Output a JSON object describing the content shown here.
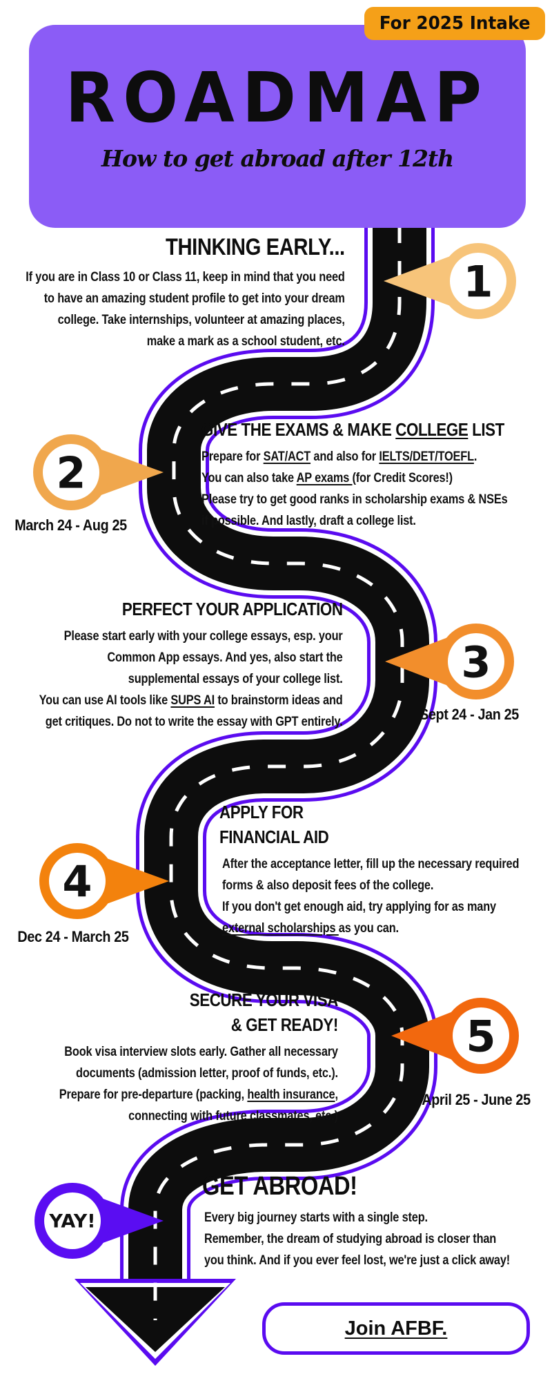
{
  "badge": {
    "label": "For 2025 Intake"
  },
  "header": {
    "title": "ROADMAP",
    "subtitle": "How to get abroad after 12th"
  },
  "colors": {
    "header_bg": "#8B5CF6",
    "badge_bg": "#F5A018",
    "road_fill": "#0D0D0D",
    "road_outline": "#5A0BF0",
    "road_dash": "#FFFFFF",
    "text": "#111111",
    "button_border": "#5A0BF0",
    "pin_step1": "#F7C47A",
    "pin_step2": "#F0A74D",
    "pin_step3": "#F28E2C",
    "pin_step4": "#F3820D",
    "pin_step5": "#F2680E",
    "pin_final": "#5A0DF2"
  },
  "steps": [
    {
      "number": "1",
      "color": "#F7C47A",
      "date": "",
      "title_lines": [
        [
          {
            "t": "THINKING EARLY..."
          }
        ]
      ],
      "lines": [
        [
          {
            "t": "If you are in Class 10 or Class 11, keep in mind that you need"
          }
        ],
        [
          {
            "t": "to have an amazing student profile to get into your dream"
          }
        ],
        [
          {
            "t": "college. Take internships, volunteer at amazing places,"
          }
        ],
        [
          {
            "t": "make a mark as a school student, etc."
          }
        ]
      ]
    },
    {
      "number": "2",
      "color": "#F0A74D",
      "date": "March 24 - Aug 25",
      "title_lines": [
        [
          {
            "t": "GIVE THE EXAMS & MAKE "
          },
          {
            "t": "COLLEGE",
            "u": true
          },
          {
            "t": " LIST"
          }
        ]
      ],
      "lines": [
        [
          {
            "t": "Prepare for "
          },
          {
            "t": "SAT/ACT",
            "u": true
          },
          {
            "t": " and also for "
          },
          {
            "t": "IELTS/DET/TOEFL",
            "u": true
          },
          {
            "t": "."
          }
        ],
        [
          {
            "t": "You can also take "
          },
          {
            "t": "AP exams ",
            "u": true
          },
          {
            "t": "(for Credit Scores!)"
          }
        ],
        [
          {
            "t": "Please try to get good ranks in scholarship exams & NSEs"
          }
        ],
        [
          {
            "t": "if possible. And lastly, draft a college list."
          }
        ]
      ]
    },
    {
      "number": "3",
      "color": "#F28E2C",
      "date": "Sept 24 - Jan 25",
      "title_lines": [
        [
          {
            "t": "PERFECT YOUR APPLICATION"
          }
        ]
      ],
      "lines": [
        [
          {
            "t": "Please start early with your college essays, esp. your"
          }
        ],
        [
          {
            "t": "Common App essays. And yes, also start the"
          }
        ],
        [
          {
            "t": "supplemental essays of your college list."
          }
        ],
        [
          {
            "t": "You can use AI tools like "
          },
          {
            "t": "SUPS AI",
            "u": true
          },
          {
            "t": " to brainstorm ideas and"
          }
        ],
        [
          {
            "t": "get critiques. Do not to write the essay with GPT entirely."
          }
        ]
      ]
    },
    {
      "number": "4",
      "color": "#F3820D",
      "date": "Dec 24 - March 25",
      "title_lines": [
        [
          {
            "t": "APPLY FOR"
          }
        ],
        [
          {
            "t": "FINANCIAL AID"
          }
        ]
      ],
      "lines": [
        [
          {
            "t": "After the acceptance letter, fill up the necessary required"
          }
        ],
        [
          {
            "t": "forms & also deposit fees of the college."
          }
        ],
        [
          {
            "t": "If you don't get enough aid, try applying for as many"
          }
        ],
        [
          {
            "t": "external scholarships ",
            "u": true
          },
          {
            "t": "as you can."
          }
        ]
      ]
    },
    {
      "number": "5",
      "color": "#F2680E",
      "date": "April 25 - June 25",
      "title_lines": [
        [
          {
            "t": "SECURE YOUR VISA"
          }
        ],
        [
          {
            "t": "& GET READY!"
          }
        ]
      ],
      "lines": [
        [
          {
            "t": "Book visa interview slots early. Gather all necessary"
          }
        ],
        [
          {
            "t": "documents (admission letter, proof of funds, etc.)."
          }
        ],
        [
          {
            "t": "Prepare for pre-departure (packing, "
          },
          {
            "t": "health insurance",
            "u": true
          },
          {
            "t": ","
          }
        ],
        [
          {
            "t": "connecting with future classmates, etc.)"
          }
        ]
      ]
    }
  ],
  "final_step": {
    "pin_label": "YAY!",
    "color": "#5A0DF2",
    "title_lines": [
      [
        {
          "t": "GET ABROAD!"
        }
      ]
    ],
    "lines": [
      [
        {
          "t": "Every big journey starts with a single step."
        }
      ],
      [
        {
          "t": "Remember, the dream of studying abroad is closer than"
        }
      ],
      [
        {
          "t": "you think. And if you ever feel lost, we're just a click away!"
        }
      ]
    ]
  },
  "cta": {
    "label": "Join AFBF."
  }
}
